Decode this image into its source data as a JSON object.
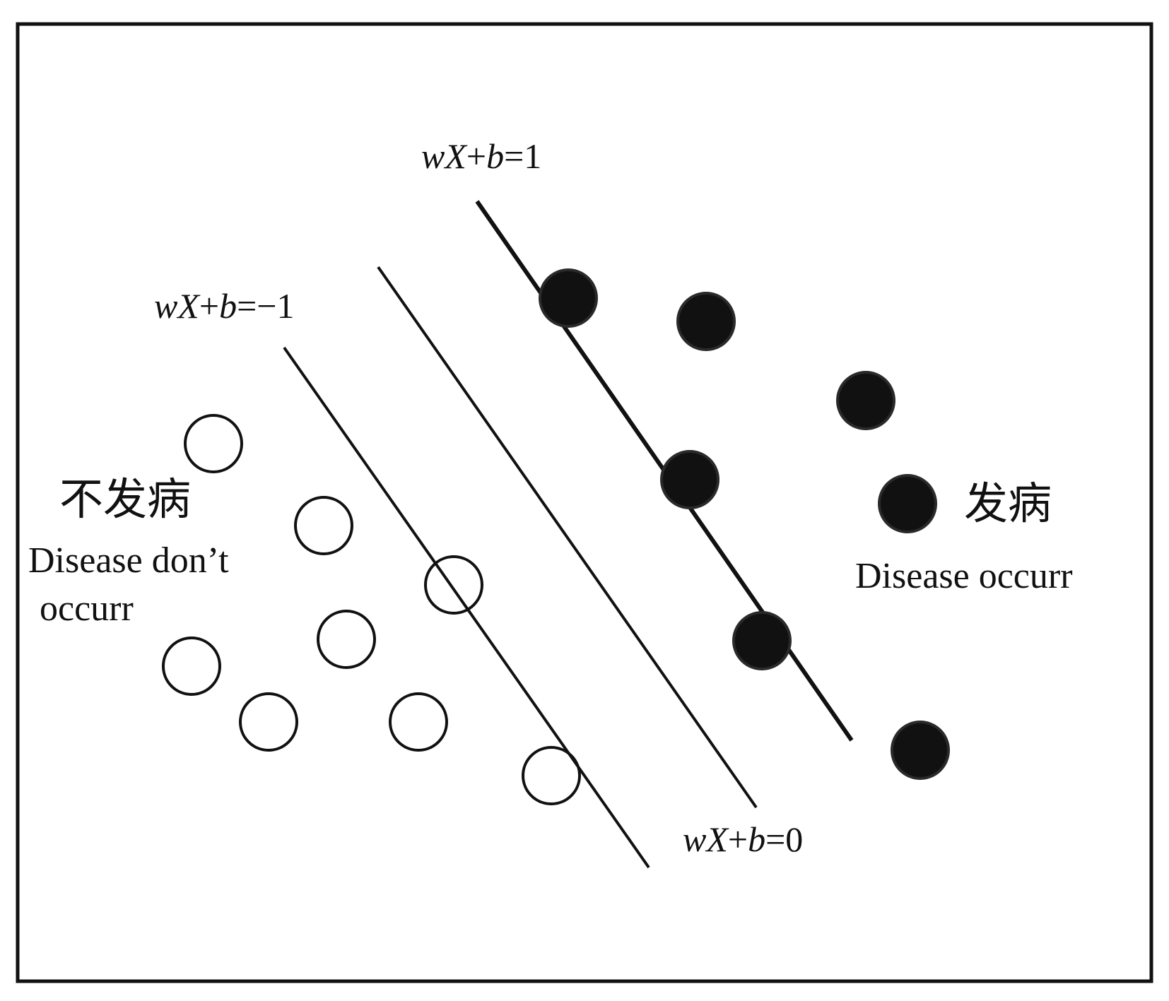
{
  "diagram": {
    "equations": {
      "upper_margin": {
        "w": "w",
        "x": "X",
        "plus": "+",
        "b": "b",
        "rhs": "=1"
      },
      "lower_margin": {
        "w": "w",
        "x": "X",
        "plus": "+",
        "b": "b",
        "rhs": "=−1"
      },
      "hyperplane": {
        "w": "w",
        "x": "X",
        "plus": "+",
        "b": "b",
        "rhs": "=0"
      }
    },
    "classes": {
      "negative": {
        "label_cn": "不发病",
        "label_en_line1": "Disease don’t",
        "label_en_line2": "occurr",
        "marker": "hollow-circle"
      },
      "positive": {
        "label_cn": "发病",
        "label_en": "Disease occurr",
        "marker": "filled-circle"
      }
    },
    "colors": {
      "ink": "#111111",
      "background": "#ffffff"
    }
  }
}
